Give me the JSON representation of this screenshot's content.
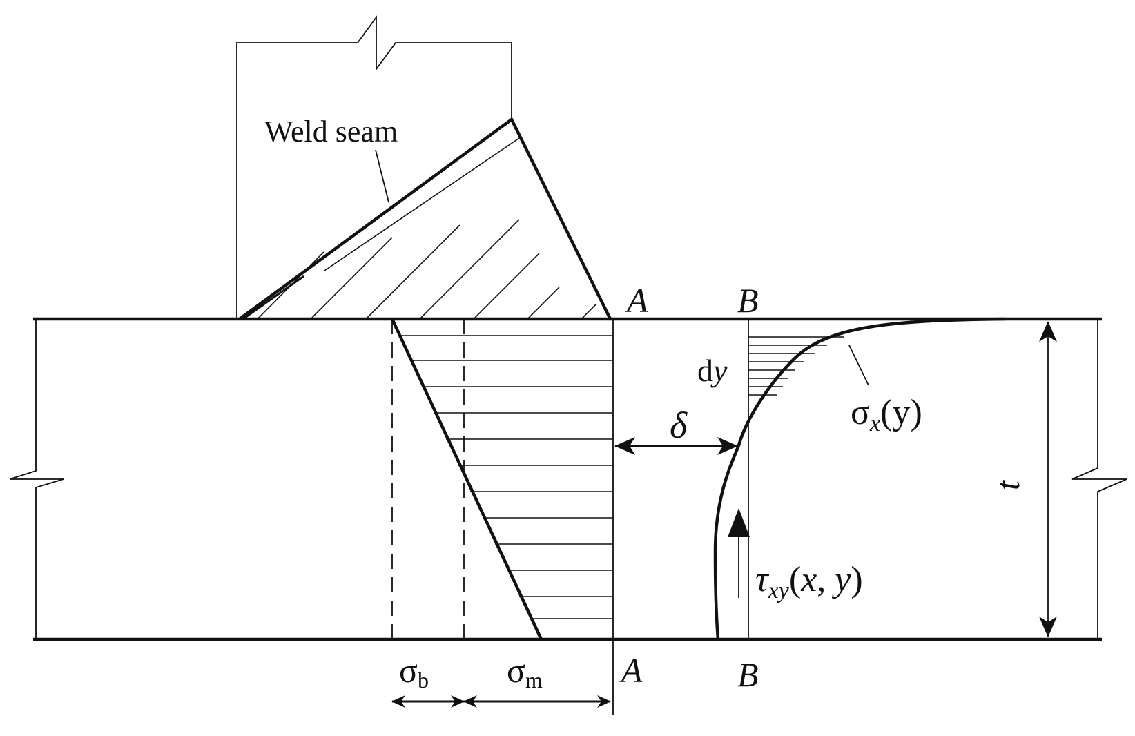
{
  "labels": {
    "weld_seam": "Weld seam",
    "a_top": "A",
    "b_top": "B",
    "a_bottom": "A",
    "b_bottom": "B",
    "dy": {
      "d": "d",
      "y": "y"
    },
    "delta": "δ",
    "sigma_x": {
      "sym": "σ",
      "sub": "x",
      "args": "(y)",
      "arg_var": "y"
    },
    "thickness": "t",
    "tau_xy": {
      "sym": "τ",
      "sub": "xy",
      "args_open": "(",
      "x": "x",
      "comma": ", ",
      "y": "y",
      "args_close": ")"
    },
    "sigma_b": {
      "sym": "σ",
      "sub": "b"
    },
    "sigma_m": {
      "sym": "σ",
      "sub": "m"
    }
  },
  "colors": {
    "stroke": "#111111",
    "background": "#ffffff"
  }
}
